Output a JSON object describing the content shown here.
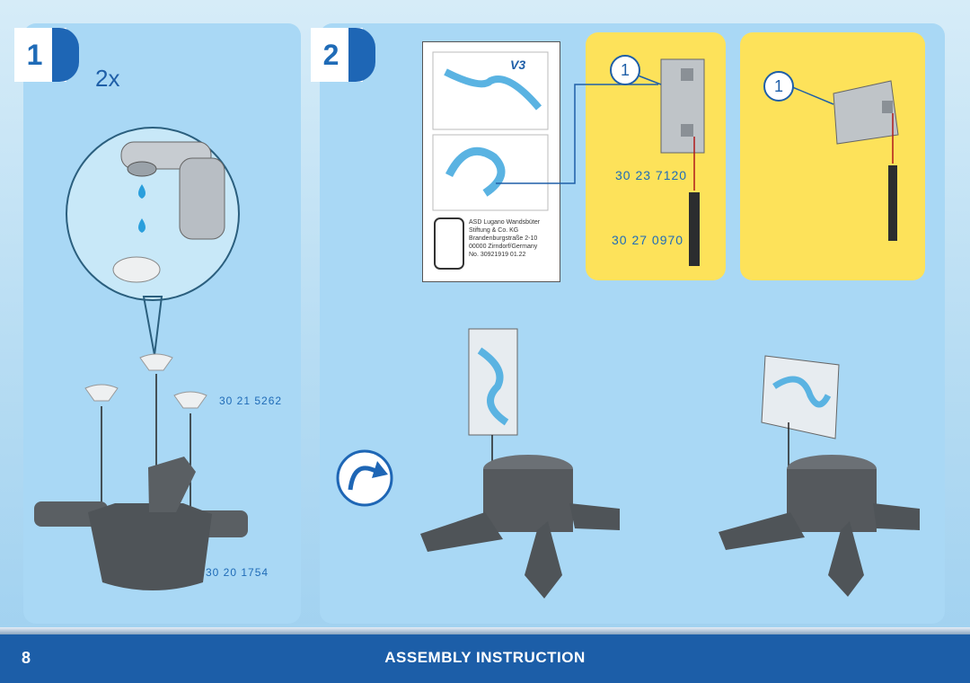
{
  "steps": {
    "step1": {
      "number": "1",
      "quantity": "2x"
    },
    "step2": {
      "number": "2"
    }
  },
  "parts": {
    "suction_cup_code": "30 21 5262",
    "base_code": "30 20 1754",
    "plate_code": "30 23 7120",
    "rod_code": "30 27 0970",
    "callout_label": "1"
  },
  "card": {
    "logo_text": "V3",
    "address_text": "ASD Lugano Wandsbüter\nStiftung & Co. KG\nBrandenburgstraße 2-10\n00000 Zirndorf/Germany\nNo. 30921919 01.22"
  },
  "footer": {
    "page_number": "8",
    "title": "ASSEMBLY INSTRUCTION"
  },
  "colors": {
    "panel_blue": "#a9d8f5",
    "accent_blue": "#1e66b5",
    "highlight_yellow": "#fde25a",
    "part_gray": "#5a5f63"
  }
}
